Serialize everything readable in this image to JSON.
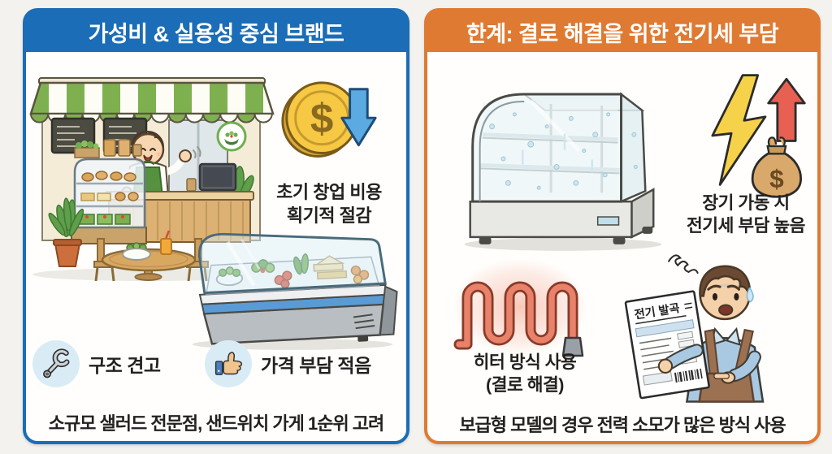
{
  "page": {
    "background_color": "#f3f2ee"
  },
  "left_panel": {
    "title": "가성비 & 실용성 중심 브랜드",
    "accent_color": "#1a6db6",
    "illustrations": [
      "storefront-scene",
      "dollar-coin-down-arrow",
      "deli-display-case"
    ],
    "cost_note": {
      "line1": "초기 창업 비용",
      "line2": "획기적 절감"
    },
    "features": [
      {
        "icon": "wrench-icon",
        "label": "구조 견고"
      },
      {
        "icon": "thumbs-up-icon",
        "label": "가격 부담 적음"
      }
    ],
    "caption": "소규모 샐러드 전문점, 샌드위치 가게 1순위 고려"
  },
  "right_panel": {
    "title": "한계: 결로 해결을 위한 전기세 부담",
    "accent_color": "#df7a33",
    "illustrations": [
      "condensation-showcase",
      "lightning-money-bag-up-arrow",
      "heater-coil",
      "worried-man-with-bill"
    ],
    "electricity_note": {
      "line1": "장기 가동 시",
      "line2": "전기세 부담 높음"
    },
    "heater_note": {
      "line1": "히터 방식 사용",
      "line2": "(결로 해결)"
    },
    "bill_title": "전기 발곡",
    "caption": "보급형 모델의 경우 전력 소모가 많은 방식 사용"
  }
}
